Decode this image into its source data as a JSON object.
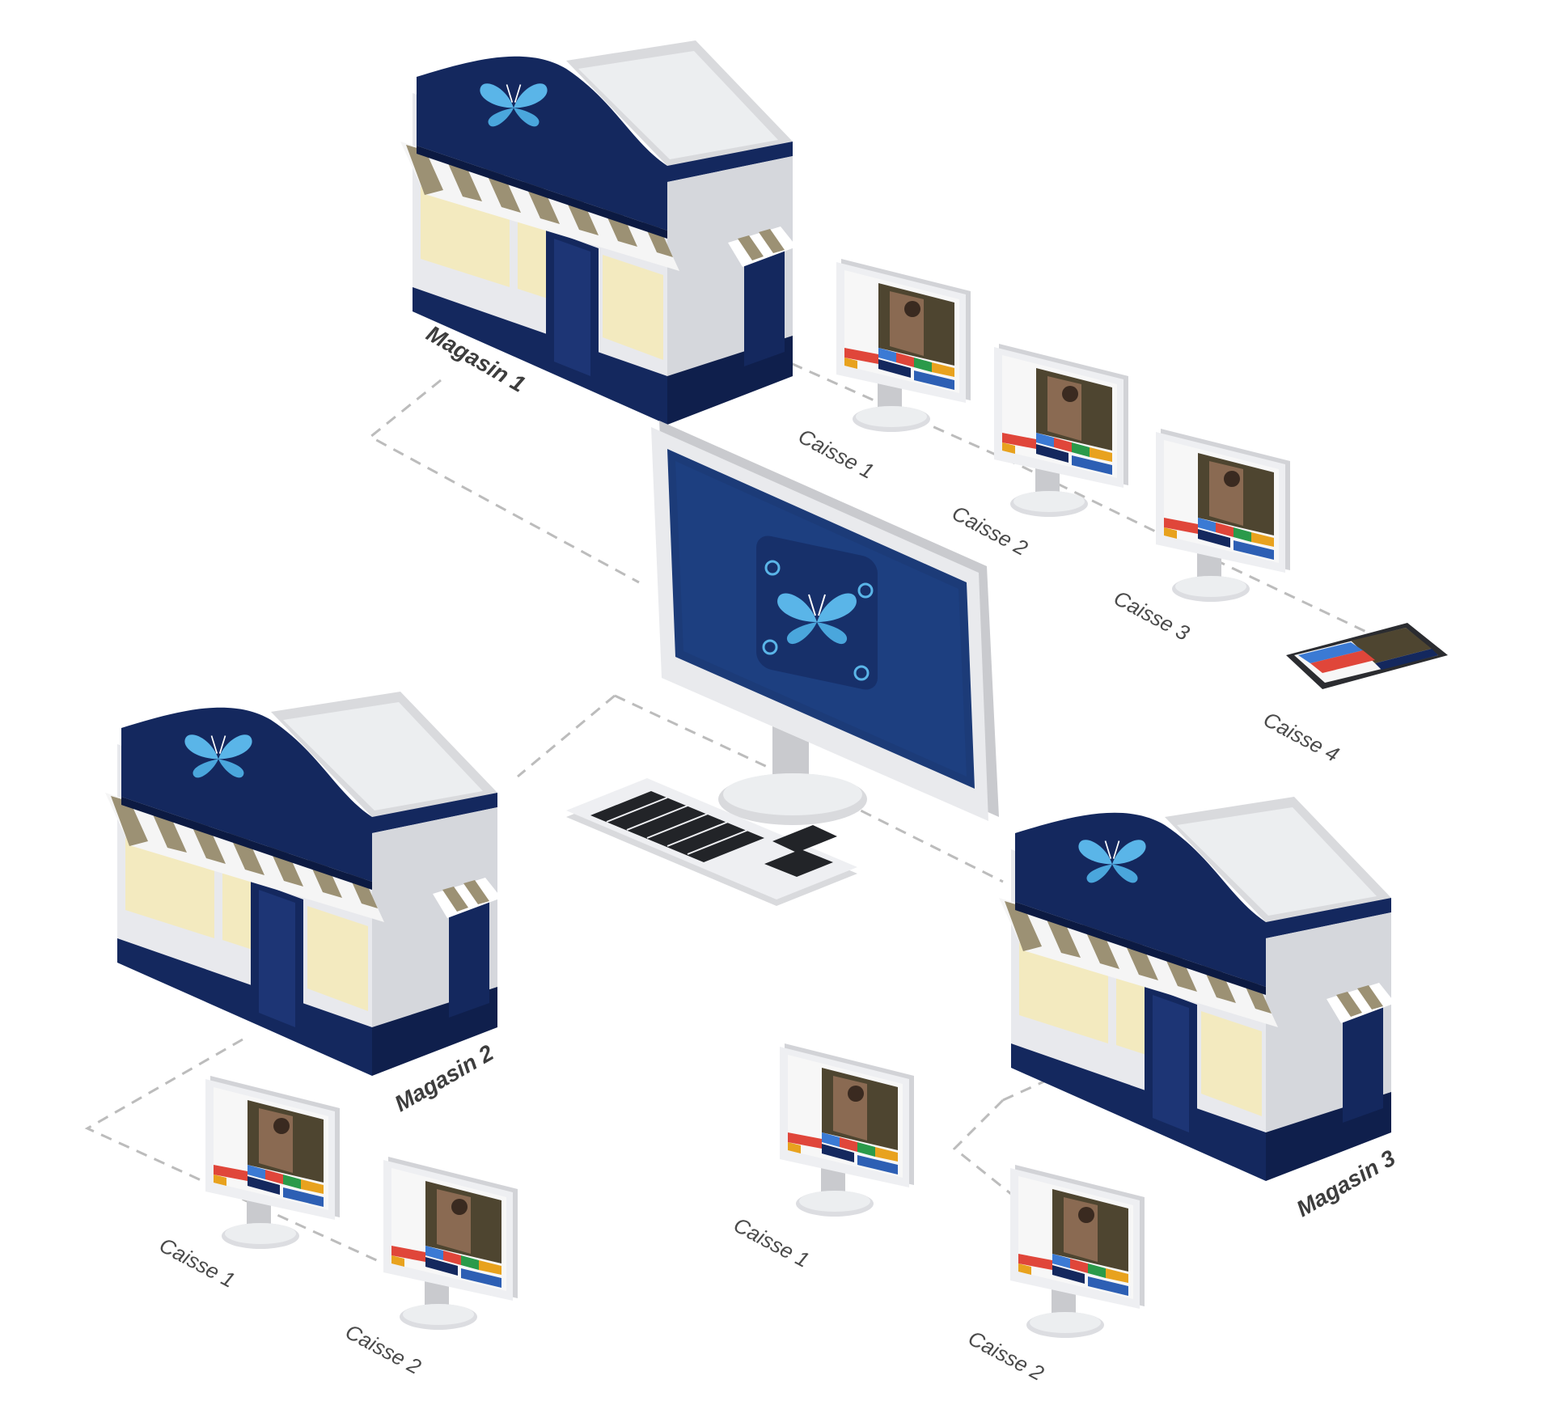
{
  "colors": {
    "navy": "#14285e",
    "sky": "#55b2e6",
    "wall": "#e7e8ec",
    "window": "#f3eabf",
    "awning_stripe": "#9c9174",
    "line": "#bcbcbc"
  },
  "labels": {
    "store1": "Magasin 1",
    "store2": "Magasin 2",
    "store3": "Magasin 3",
    "s1_caisse1": "Caisse 1",
    "s1_caisse2": "Caisse 2",
    "s1_caisse3": "Caisse 3",
    "s1_caisse4": "Caisse 4",
    "s2_caisse1": "Caisse 1",
    "s2_caisse2": "Caisse 2",
    "s3_caisse1": "Caisse 1",
    "s3_caisse2": "Caisse 2"
  },
  "icons": {
    "logo": "butterfly-icon"
  }
}
